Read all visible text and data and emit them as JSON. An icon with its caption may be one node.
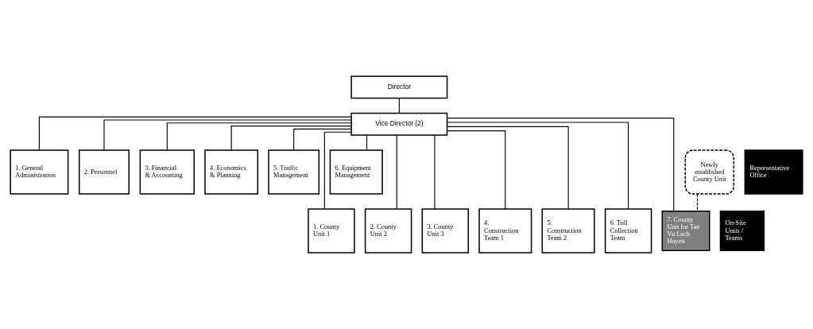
{
  "diagram": {
    "nodes": [
      {
        "text": [
          "Director"
        ]
      },
      {
        "text": [
          "Vice Director (2)"
        ]
      },
      {
        "text": [
          "Representative Office"
        ]
      },
      {
        "text": [
          "1. General Administration"
        ]
      },
      {
        "text": [
          "2. Personnel"
        ]
      },
      {
        "text": [
          "3. Financial & Accounting"
        ]
      },
      {
        "text": [
          "4. Economics & Planning"
        ]
      },
      {
        "text": [
          "5. Traffic Management"
        ]
      },
      {
        "text": [
          "6. Equipment Management"
        ]
      },
      {
        "text": [
          "On-Site Units / Teams"
        ]
      },
      {
        "text": [
          "1. County Unit 1"
        ]
      },
      {
        "text": [
          "2. County Unit 2"
        ]
      },
      {
        "text": [
          "3. County Unit 3"
        ]
      },
      {
        "text": [
          "4. Construction Team 1"
        ]
      },
      {
        "text": [
          "5. Construction Team 2"
        ]
      },
      {
        "text": [
          "6. Toll Collection Team"
        ]
      },
      {
        "text": [
          "7. County Unit for Tan Vu Lach Huyen"
        ]
      },
      {
        "text": [
          "Newly established County Unit"
        ]
      }
    ],
    "edges": [
      {
        "from": 0,
        "to": 1,
        "arrow": "none"
      },
      {
        "from": 1,
        "to": 3,
        "arrow": "none"
      },
      {
        "from": 1,
        "to": 4,
        "arrow": "none"
      },
      {
        "from": 1,
        "to": 5,
        "arrow": "none"
      },
      {
        "from": 1,
        "to": 6,
        "arrow": "none"
      },
      {
        "from": 1,
        "to": 7,
        "arrow": "none"
      },
      {
        "from": 1,
        "to": 8,
        "arrow": "none"
      },
      {
        "from": 1,
        "to": 10,
        "arrow": "none"
      },
      {
        "from": 1,
        "to": 11,
        "arrow": "none"
      },
      {
        "from": 1,
        "to": 12,
        "arrow": "none"
      },
      {
        "from": 1,
        "to": 13,
        "arrow": "none"
      },
      {
        "from": 1,
        "to": 14,
        "arrow": "none"
      },
      {
        "from": 1,
        "to": 15,
        "arrow": "none"
      },
      {
        "from": 1,
        "to": 16,
        "arrow": "none"
      },
      {
        "from": 17,
        "to": 16,
        "arrow": "none",
        "style": "dashed"
      }
    ]
  }
}
